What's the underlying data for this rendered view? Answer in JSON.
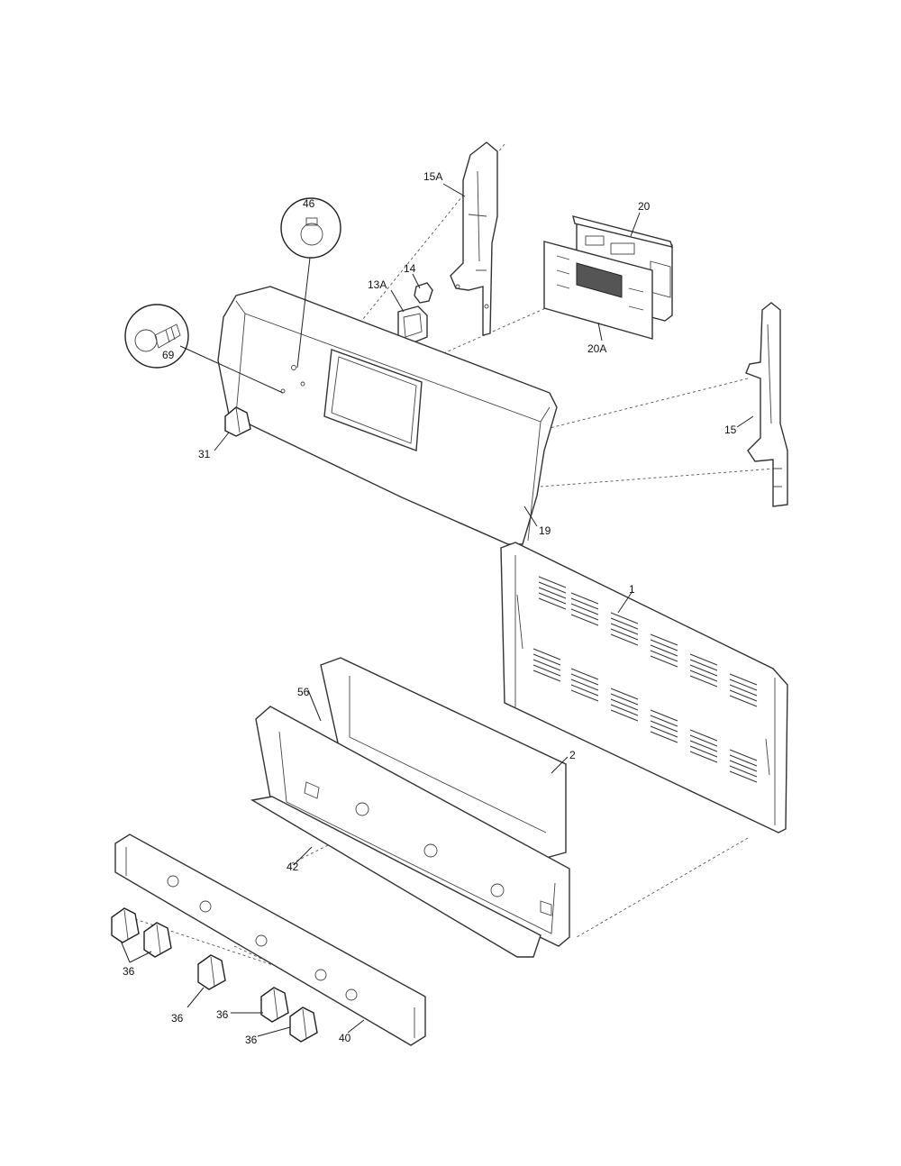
{
  "labels": {
    "p15A": "15A",
    "p46": "46",
    "p20": "20",
    "p14": "14",
    "p13A": "13A",
    "p69": "69",
    "p20A": "20A",
    "p31": "31",
    "p15": "15",
    "p19": "19",
    "p1": "1",
    "p56": "56",
    "p2": "2",
    "p42": "42",
    "p36a": "36",
    "p36b": "36",
    "p36c": "36",
    "p36d": "36",
    "p40": "40"
  },
  "icons": [
    "bulb-icon",
    "lamp-socket-icon",
    "knob-icon"
  ]
}
